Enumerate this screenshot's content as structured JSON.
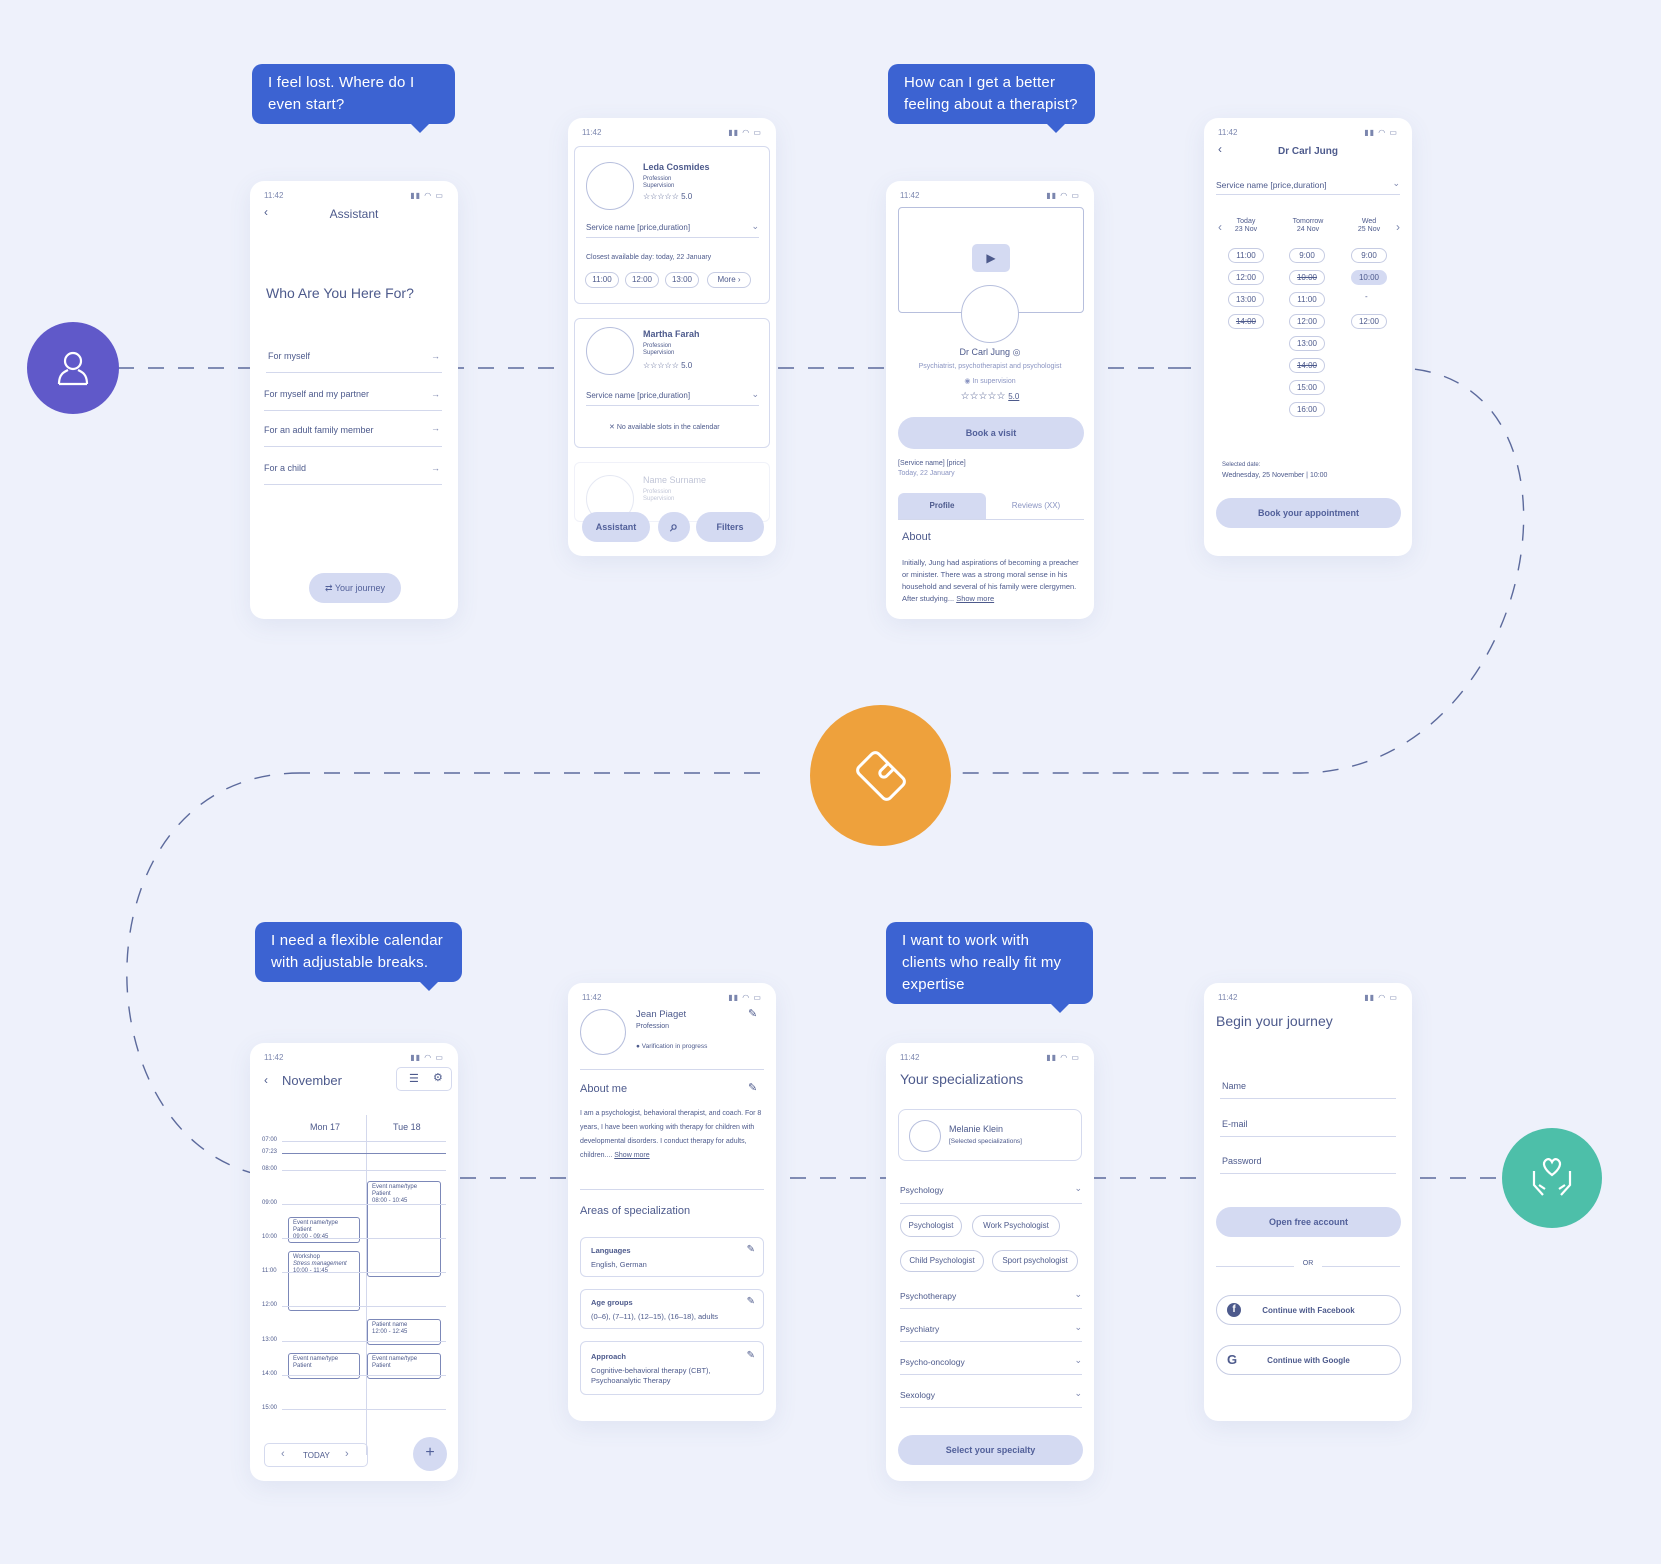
{
  "bubbles": {
    "b1": "I feel lost. Where do I even start?",
    "b2": "How can I get a better feeling about a therapist?",
    "b3": "I need a flexible calendar with adjustable breaks.",
    "b4": "I want to work with clients who really fit my expertise"
  },
  "icons": {
    "user": "user-icon",
    "puzzle": "puzzle-icon",
    "care": "heart-hands-icon"
  },
  "colors": {
    "bubble": "#3c63d2",
    "user_circle": "#6059c9",
    "puzzle_circle": "#eea13c",
    "care_circle": "#4dbfa9",
    "background": "#eef1fb"
  },
  "status_time": "11:42",
  "s1": {
    "title": "Assistant",
    "heading": "Who Are You Here For?",
    "options": [
      "For myself",
      "For myself and my partner",
      "For an adult family member",
      "For a child"
    ],
    "journey": "Your journey"
  },
  "s2": {
    "cards": [
      {
        "name": "Leda Cosmides",
        "prof": "Profession",
        "sup": "Supervision",
        "rating": "5.0",
        "service": "Service name [price,duration]",
        "closest": "Closest available day: today, 22 January",
        "slots": [
          "11:00",
          "12:00",
          "13:00",
          "More"
        ]
      },
      {
        "name": "Martha Farah",
        "prof": "Profession",
        "sup": "Supervision",
        "rating": "5.0",
        "service": "Service name [price,duration]",
        "none": "No available slots in the calendar"
      },
      {
        "name": "Name Surname",
        "prof": "Profession",
        "sup": "Supervision"
      }
    ],
    "assistant": "Assistant",
    "filters": "Filters"
  },
  "s3": {
    "name": "Dr Carl Jung",
    "role": "Psychiatrist, psychotherapist and psychologist",
    "sup": "In supervision",
    "rating": "5.0",
    "book": "Book a visit",
    "service": "[Service name] [price]",
    "date": "Today, 22 January",
    "tab1": "Profile",
    "tab2": "Reviews (XX)",
    "about_h": "About",
    "about": "Initially, Jung had aspirations of becoming a preacher or minister. There was a strong moral sense in his household and several of his family were clergymen. After studying...",
    "more": "Show more"
  },
  "s4": {
    "title": "Dr Carl Jung",
    "service": "Service name [price,duration]",
    "days": [
      {
        "d": "Today",
        "n": "23 Nov",
        "slots": [
          "11:00",
          "12:00",
          "13:00",
          "14:00"
        ]
      },
      {
        "d": "Tomorrow",
        "n": "24 Nov",
        "slots": [
          "9:00",
          "10:00",
          "11:00",
          "12:00",
          "13:00",
          "14:00",
          "15:00",
          "16:00"
        ]
      },
      {
        "d": "Wed",
        "n": "25 Nov",
        "slots": [
          "9:00",
          "10:00",
          "-",
          "12:00"
        ]
      }
    ],
    "sel_label": "Selected date:",
    "sel_value": "Wednesday, 25 November | 10:00",
    "book": "Book your appointment"
  },
  "s5": {
    "month": "November",
    "d1": "Mon 17",
    "d2": "Tue 18",
    "hours": [
      "07:00",
      "07:23",
      "08:00",
      "09:00",
      "10:00",
      "11:00",
      "12:00",
      "13:00",
      "14:00",
      "15:00"
    ],
    "ev1": [
      "Event name/type",
      "Patient",
      "09:00 - 09:45"
    ],
    "ev2": [
      "Workshop",
      "Stress management",
      "10:00 - 11:45"
    ],
    "ev3": [
      "Event name/type",
      "Patient"
    ],
    "ev4": [
      "Event name/type",
      "Patient",
      "08:00 - 10:45"
    ],
    "ev5": [
      "Patient name",
      "12:00 - 12:45"
    ],
    "ev6": [
      "Event name/type",
      "Patient"
    ],
    "today": "TODAY"
  },
  "s6": {
    "name": "Jean Piaget",
    "prof": "Profession",
    "verif": "Varification in progress",
    "about_h": "About me",
    "about": "I am a psychologist, behavioral therapist, and coach. For 8 years, I have been working with therapy for children with developmental disorders. I conduct therapy for adults, children....",
    "more": "Show more",
    "areas": "Areas of specialization",
    "lang_h": "Languages",
    "lang": "English, German",
    "age_h": "Age groups",
    "age": "(0–6), (7–11), (12–15), (16–18), adults",
    "appr_h": "Approach",
    "appr": "Cognitive-behavioral therapy (CBT), Psychoanalytic Therapy"
  },
  "s7": {
    "title": "Your specializations",
    "name": "Melanie Klein",
    "sel": "[Selected specializations]",
    "psychology": "Psychology",
    "tags": [
      "Psychologist",
      "Work Psychologist",
      "Child Psychologist",
      "Sport psychologist"
    ],
    "cats": [
      "Psychotherapy",
      "Psychiatry",
      "Psycho-oncology",
      "Sexology"
    ],
    "btn": "Select your specialty"
  },
  "s8": {
    "title": "Begin your journey",
    "name": "Name",
    "email": "E-mail",
    "pass": "Password",
    "open": "Open free account",
    "or": "OR",
    "fb": "Continue with Facebook",
    "google": "Continue with Google"
  }
}
